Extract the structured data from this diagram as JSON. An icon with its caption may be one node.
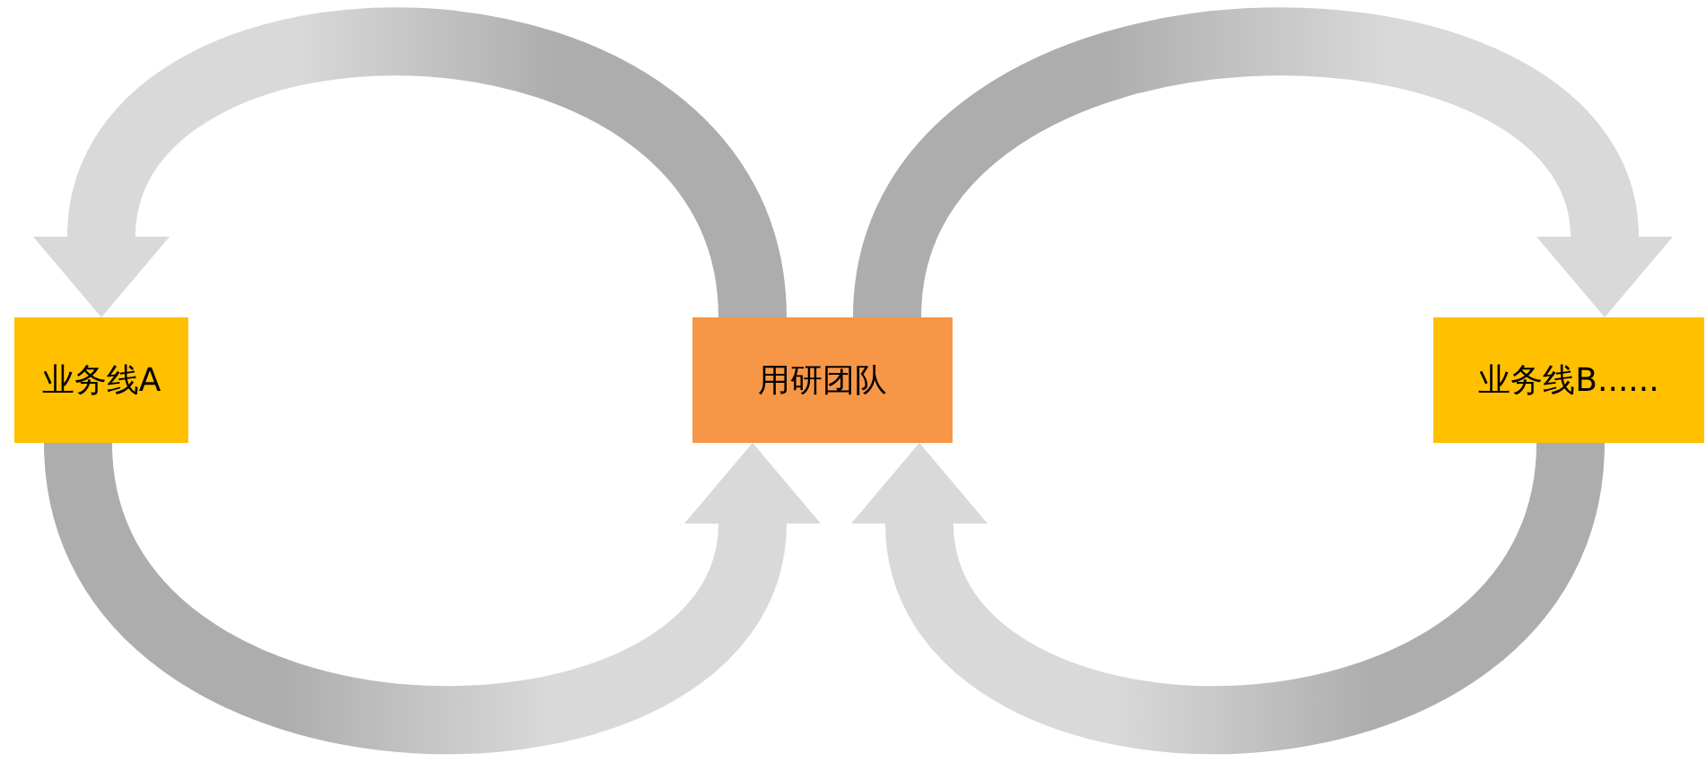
{
  "diagram": {
    "nodes": [
      {
        "text": [
          "业务线A"
        ]
      },
      {
        "text": [
          "用研团队"
        ]
      },
      {
        "text": [
          "业务线B......"
        ]
      }
    ],
    "edges": [
      {
        "from": 1,
        "to": 0,
        "arrow": "to"
      },
      {
        "from": 0,
        "to": 1,
        "arrow": "to"
      },
      {
        "from": 1,
        "to": 2,
        "arrow": "to"
      },
      {
        "from": 2,
        "to": 1,
        "arrow": "to"
      }
    ]
  }
}
